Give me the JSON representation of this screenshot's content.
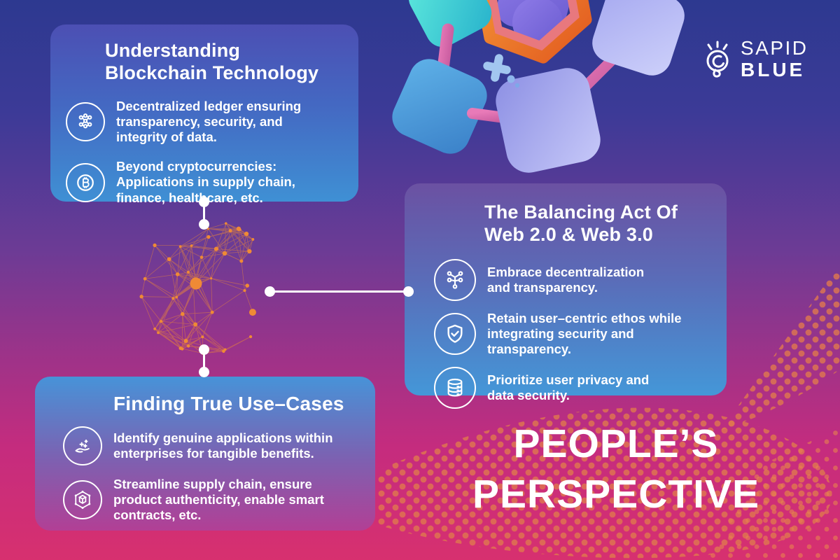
{
  "palette": {
    "bg_top": "#2d3990",
    "bg_mid": "#6d3b95",
    "bg_bottom": "#d7306f",
    "card_blue": "#3f90d4",
    "card_purple": "#6b51a2",
    "network_orange": "#ef8a35",
    "halftone_orange": "#e0784e",
    "text_white": "#ffffff"
  },
  "logo": {
    "icon": "lightbulb-icon",
    "word1": "SAPID",
    "word2": "BLUE"
  },
  "cards": {
    "blockchain": {
      "title": "Understanding\nBlockchain Technology",
      "items": [
        {
          "icon": "network-nodes-icon",
          "text": "Decentralized ledger ensuring\ntransparency, security, and\nintegrity of data."
        },
        {
          "icon": "bitcoin-icon",
          "text": "Beyond cryptocurrencies:\nApplications in supply chain,\nfinance, healthcare, etc."
        }
      ]
    },
    "balancing": {
      "title": "The Balancing Act Of\nWeb 2.0 & Web 3.0",
      "items": [
        {
          "icon": "decentralization-icon",
          "text": "Embrace decentralization\nand transparency."
        },
        {
          "icon": "shield-check-icon",
          "text": "Retain user–centric ethos while\nintegrating security and\ntransparency."
        },
        {
          "icon": "database-icon",
          "text": "Prioritize user privacy and\ndata security."
        }
      ]
    },
    "usecases": {
      "title": "Finding True Use–Cases",
      "items": [
        {
          "icon": "hand-benefits-icon",
          "text": "Identify genuine applications within\nenterprises for tangible benefits."
        },
        {
          "icon": "smart-contract-box-icon",
          "text": "Streamline supply chain, ensure\nproduct authenticity, enable smart\ncontracts, etc."
        }
      ]
    }
  },
  "footer": {
    "line1": "PEOPLE’S",
    "line2": "PERSPECTIVE"
  }
}
